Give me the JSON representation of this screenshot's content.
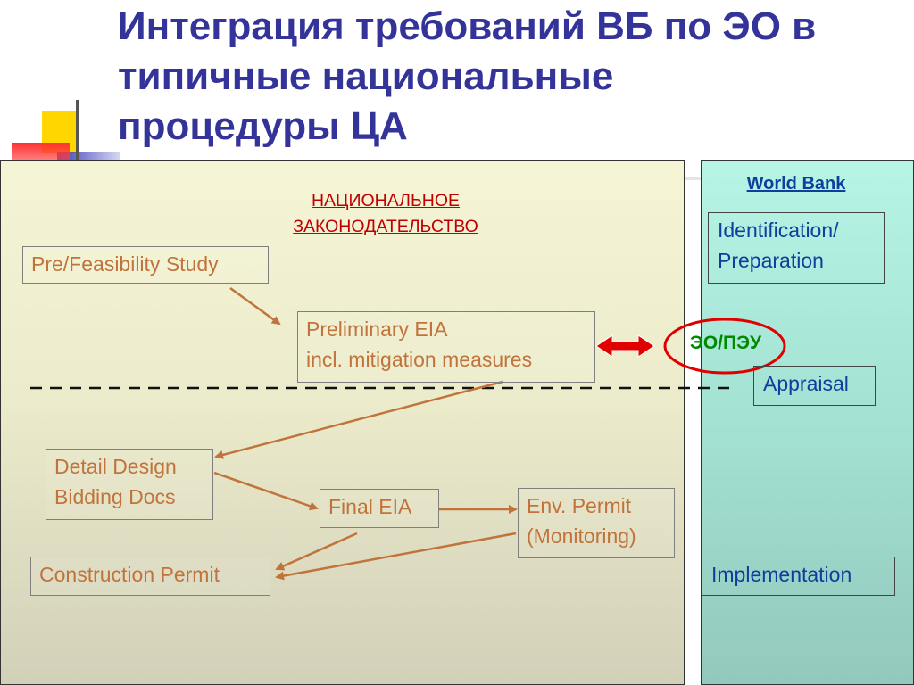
{
  "title": {
    "line1": "Интеграция требований ВБ по ЭО в",
    "line2": "типичные национальные",
    "line3": "процедуры ЦА"
  },
  "national": {
    "line1": "НАЦИОНАЛЬНОЕ",
    "line2": "ЗАКОНОДАТЕЛЬСТВО"
  },
  "world_bank": {
    "header": "World Bank",
    "identification_line1": "Identification/",
    "identification_line2": "Preparation",
    "appraisal": "Appraisal",
    "implementation": "Implementation"
  },
  "steps": {
    "prefeasibility": "Pre/Feasibility Study",
    "preliminary_line1": "Preliminary EIA",
    "preliminary_line2": "incl. mitigation measures",
    "detail_line1": "Detail Design",
    "detail_line2": "Bidding Docs",
    "final_eia": "Final EIA",
    "permit_line1": "Env. Permit",
    "permit_line2": "(Monitoring)",
    "construction": "Construction Permit"
  },
  "eo_label": "ЭО/ПЭУ",
  "colors": {
    "title": "#333399",
    "national_text": "#c00000",
    "step_text": "#c0743b",
    "wb_text": "#0d3f9c",
    "arrow": "#c0743b",
    "link_arrow": "#e00000",
    "eo_text": "#008a00"
  }
}
